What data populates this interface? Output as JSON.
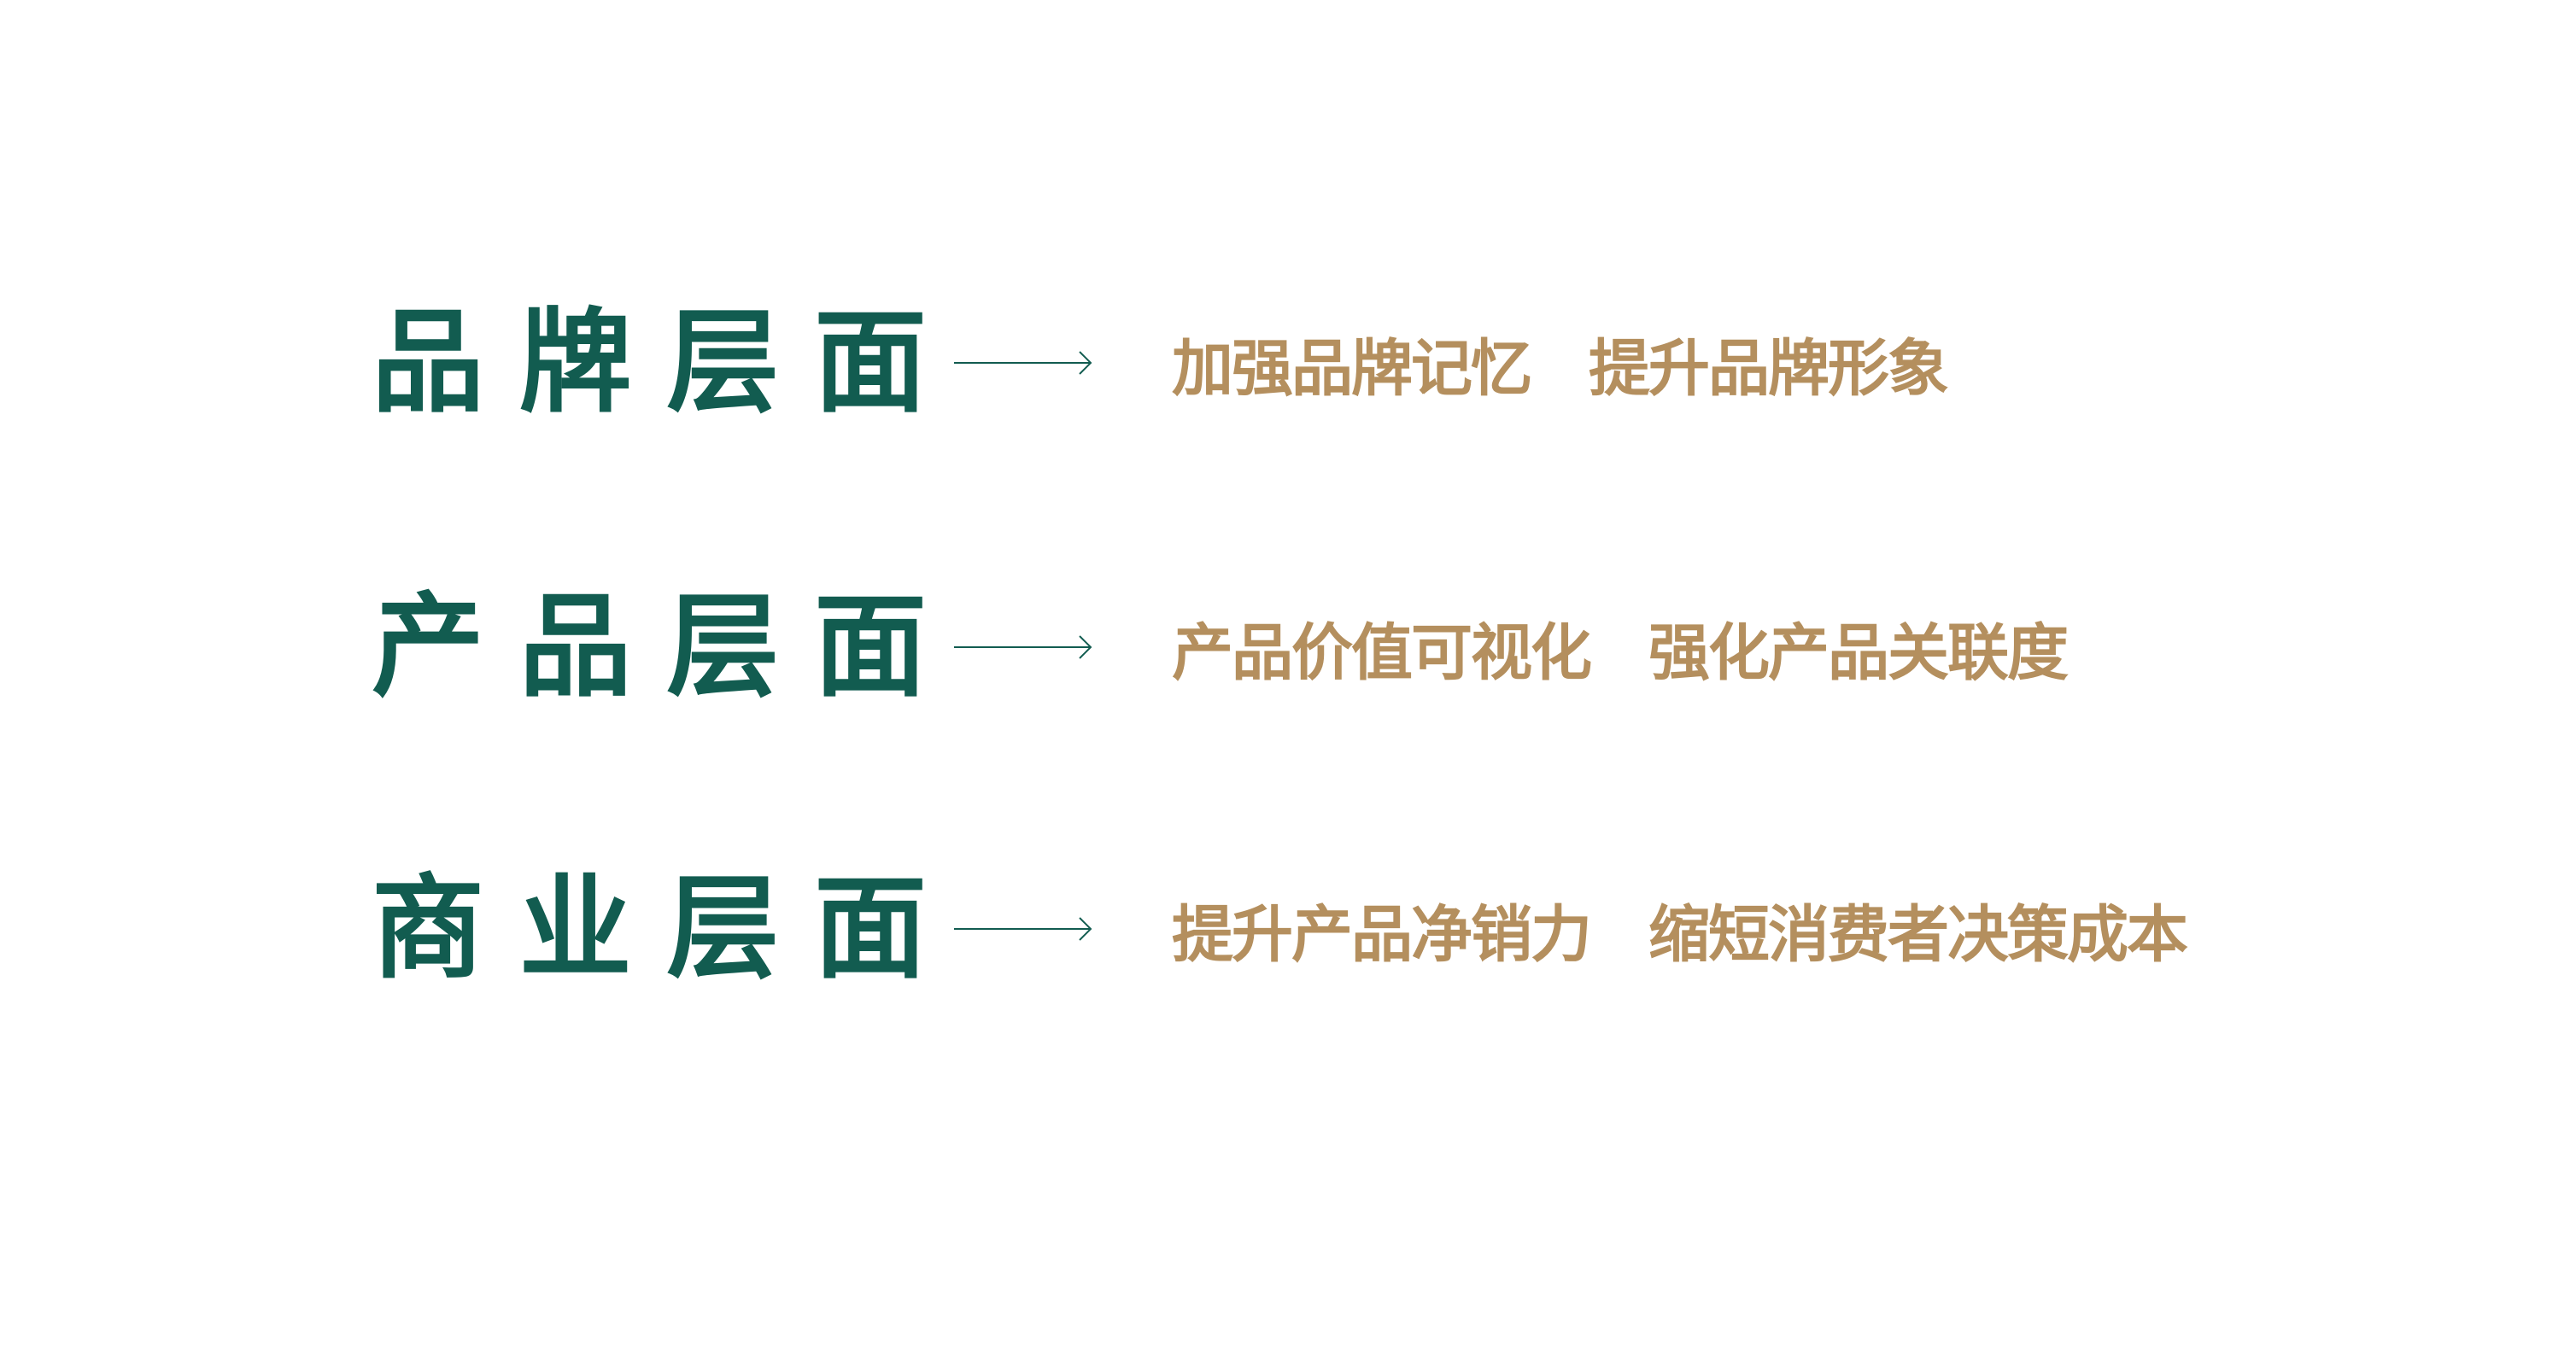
{
  "colors": {
    "heading": "#125c50",
    "description": "#b48f5e",
    "arrow": "#125c50",
    "background": "#ffffff"
  },
  "rows": [
    {
      "heading": [
        "品",
        "牌",
        "层",
        "面"
      ],
      "arrow_icon": "right-arrow-icon",
      "phrases": [
        "加强品牌记忆",
        "提升品牌形象"
      ]
    },
    {
      "heading": [
        "产",
        "品",
        "层",
        "面"
      ],
      "arrow_icon": "right-arrow-icon",
      "phrases": [
        "产品价值可视化",
        "强化产品关联度"
      ]
    },
    {
      "heading": [
        "商",
        "业",
        "层",
        "面"
      ],
      "arrow_icon": "right-arrow-icon",
      "phrases": [
        "提升产品净销力",
        "缩短消费者决策成本"
      ]
    }
  ]
}
